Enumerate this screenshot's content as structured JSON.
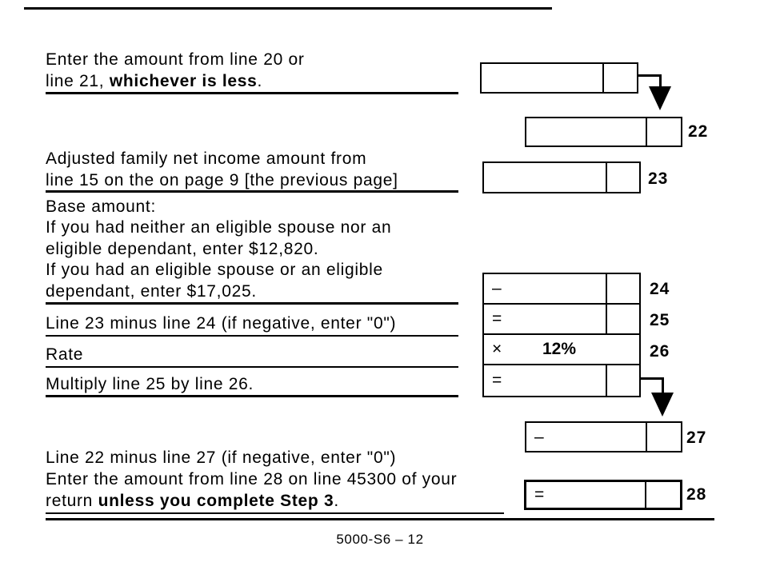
{
  "doc": {
    "background_color": "#ffffff",
    "ink_color": "#000000",
    "footer_text": "5000-S6 – 12"
  },
  "rows": {
    "r20_21": {
      "line1": "Enter the amount from line 20 or",
      "line2_pre": "line 21, ",
      "line2_bold": "whichever is less",
      "line2_post": "."
    },
    "r22": {
      "line_no": "22"
    },
    "r23": {
      "line1": "Adjusted family net income amount from",
      "line2": "line 15 on the on page 9 [the previous page]",
      "line_no": "23"
    },
    "r24": {
      "lines": [
        "Base amount:",
        "If you had neither an eligible spouse nor an",
        "eligible dependant, enter $12,820.",
        "If you had an eligible spouse or an eligible",
        "dependant, enter $17,025."
      ],
      "operator": "–",
      "line_no": "24"
    },
    "r25": {
      "label": "Line 23 minus line 24 (if negative, enter \"0\")",
      "operator": "=",
      "line_no": "25"
    },
    "r26": {
      "label": "Rate",
      "operator": "×",
      "value": "12%",
      "line_no": "26"
    },
    "r_mult": {
      "label": "Multiply line 25 by line 26.",
      "operator": "="
    },
    "r27": {
      "operator": "–",
      "line_no": "27"
    },
    "r28": {
      "line1": "Line 22 minus line 27 (if negative, enter \"0\")",
      "line2": "Enter the amount from line 28 on line 45300 of your",
      "line3_pre": "return ",
      "line3_bold": "unless you complete Step 3",
      "line3_post": ".",
      "operator": "=",
      "line_no": "28"
    }
  }
}
